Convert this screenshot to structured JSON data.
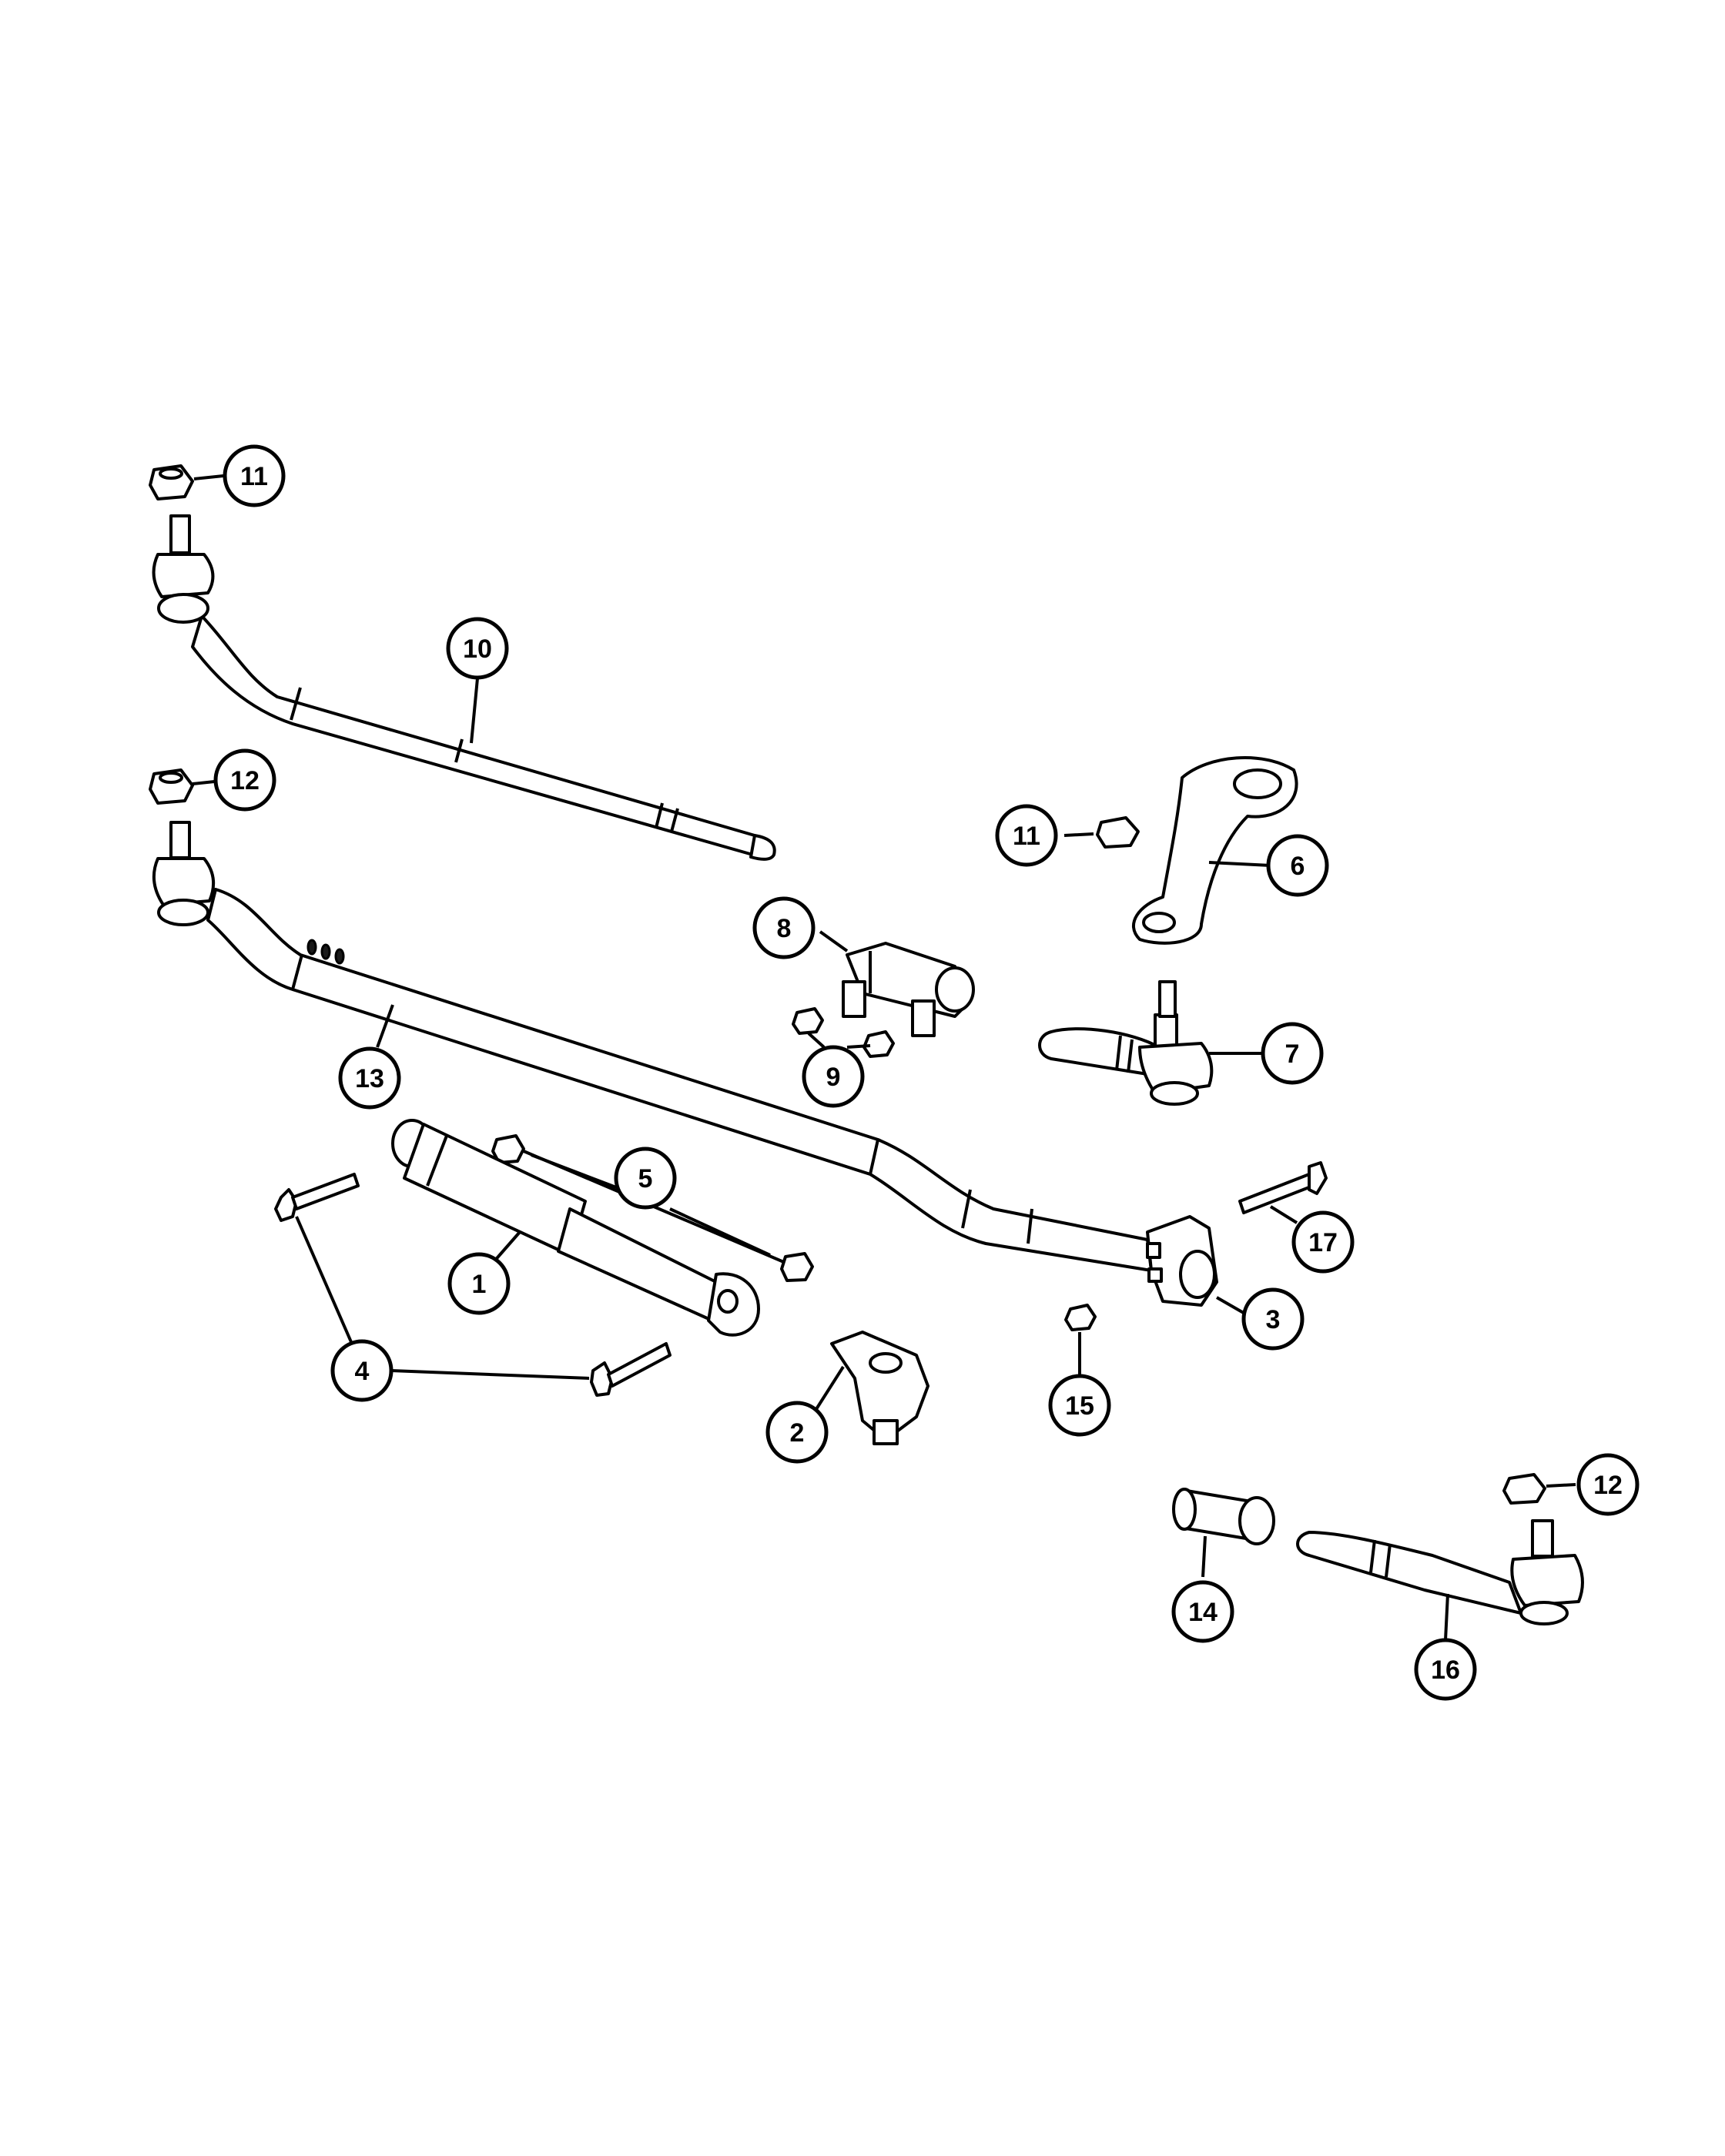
{
  "callouts": [
    {
      "id": "c11a",
      "label": "11"
    },
    {
      "id": "c10",
      "label": "10"
    },
    {
      "id": "c12a",
      "label": "12"
    },
    {
      "id": "c11b",
      "label": "11"
    },
    {
      "id": "c6",
      "label": "6"
    },
    {
      "id": "c8",
      "label": "8"
    },
    {
      "id": "c7",
      "label": "7"
    },
    {
      "id": "c9",
      "label": "9"
    },
    {
      "id": "c13",
      "label": "13"
    },
    {
      "id": "c5",
      "label": "5"
    },
    {
      "id": "c17",
      "label": "17"
    },
    {
      "id": "c1",
      "label": "1"
    },
    {
      "id": "c3",
      "label": "3"
    },
    {
      "id": "c4",
      "label": "4"
    },
    {
      "id": "c15",
      "label": "15"
    },
    {
      "id": "c2",
      "label": "2"
    },
    {
      "id": "c12b",
      "label": "12"
    },
    {
      "id": "c14",
      "label": "14"
    },
    {
      "id": "c16",
      "label": "16"
    }
  ]
}
